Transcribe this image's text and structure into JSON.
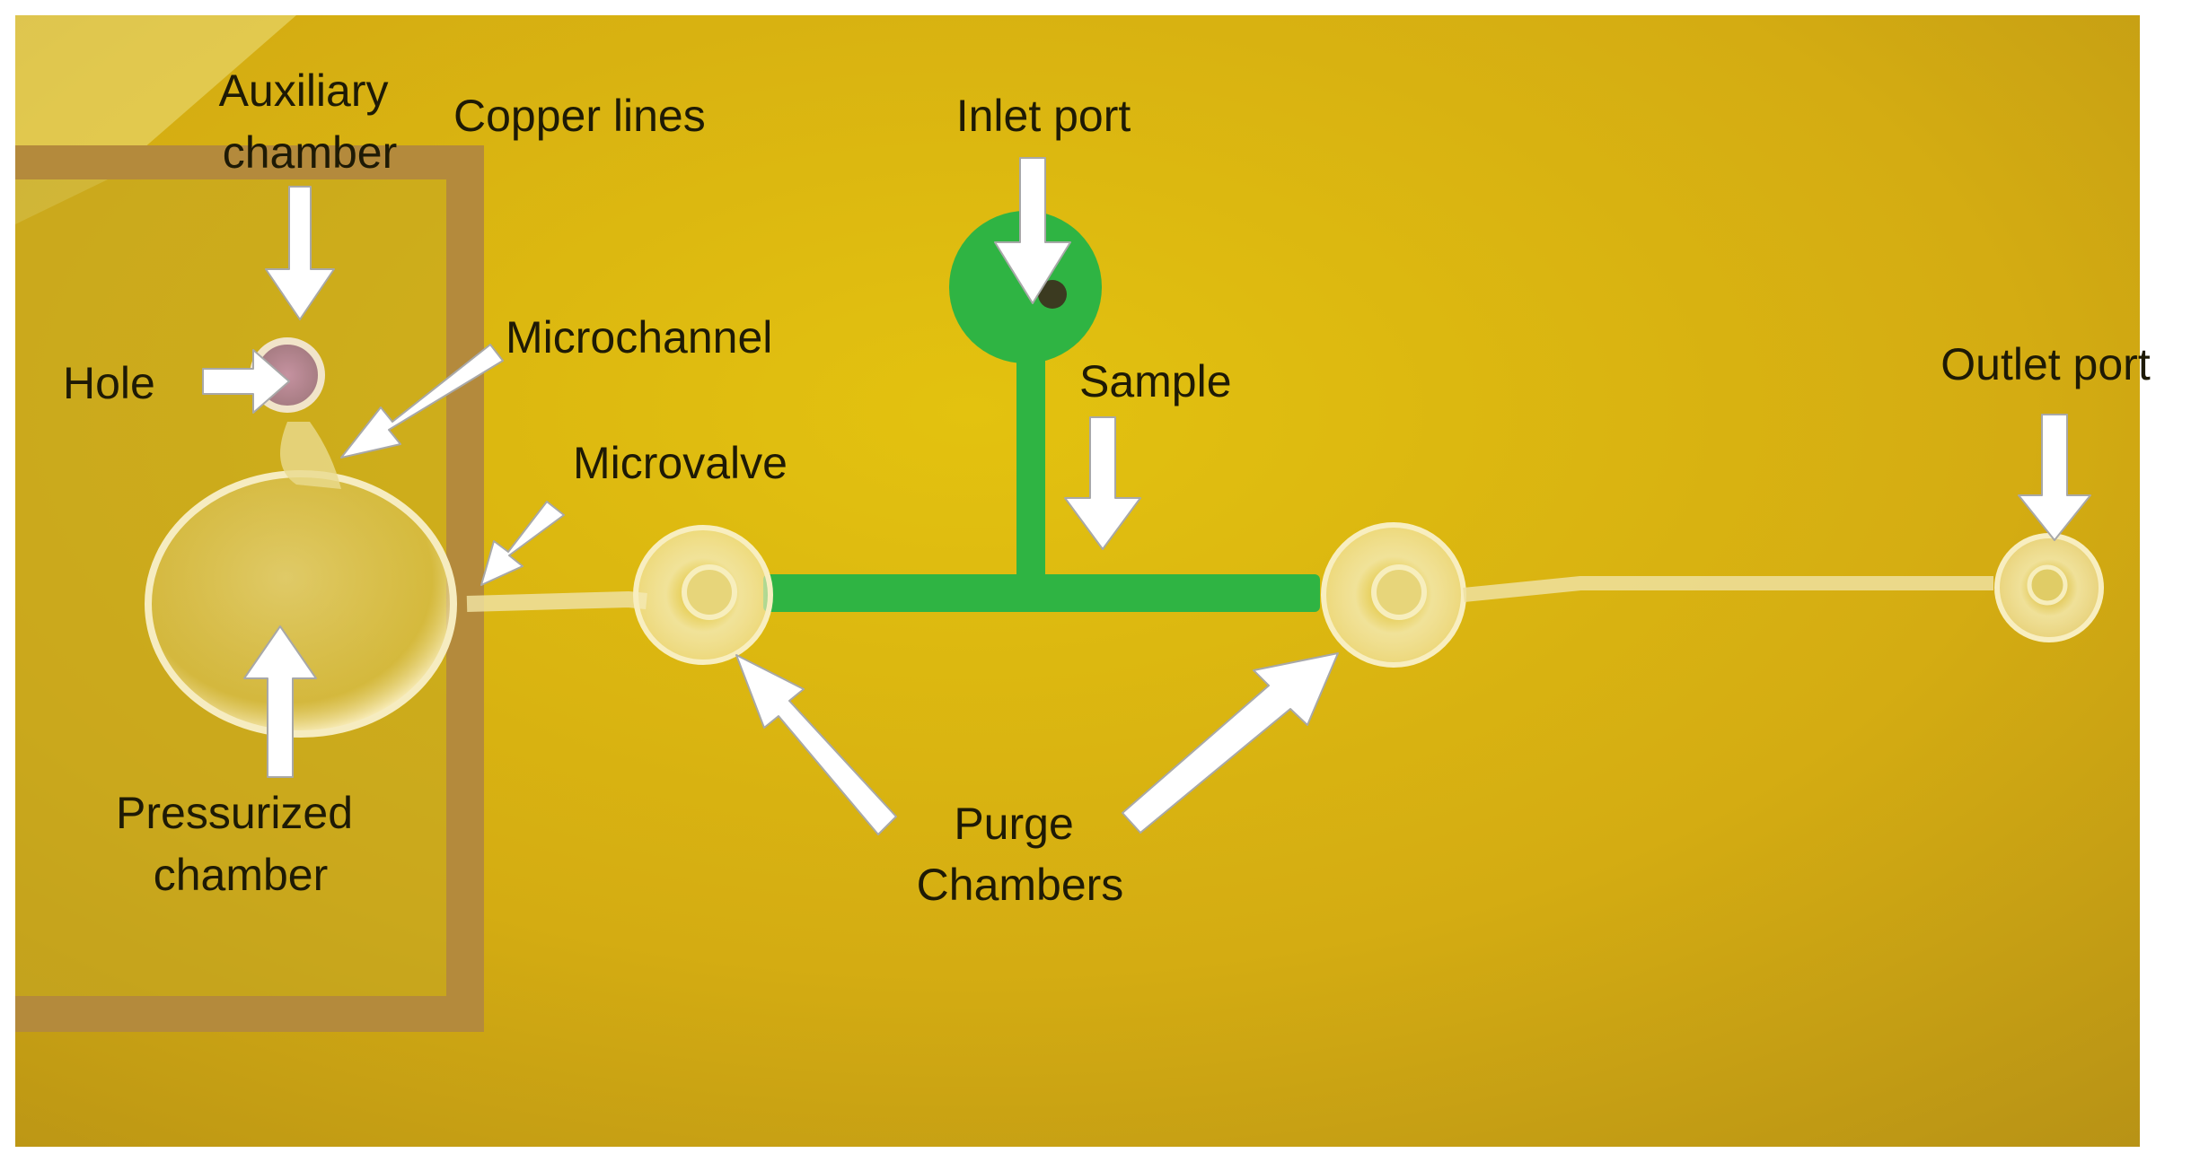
{
  "labels": {
    "auxiliary_chamber": [
      "Auxiliary",
      "chamber"
    ],
    "copper_lines": "Copper lines",
    "inlet_port": "Inlet port",
    "microchannel": "Microchannel",
    "hole": "Hole",
    "sample": "Sample",
    "outlet_port": "Outlet port",
    "microvalve": "Microvalve",
    "pressurized_chamber": [
      "Pressurized",
      "chamber"
    ],
    "purge_chambers": [
      "Purge",
      "Chambers"
    ]
  },
  "colors": {
    "background": "#d4b012",
    "copper": "#b48a3c",
    "green_channel": "#2fb443",
    "arrow": "#ffffff"
  }
}
